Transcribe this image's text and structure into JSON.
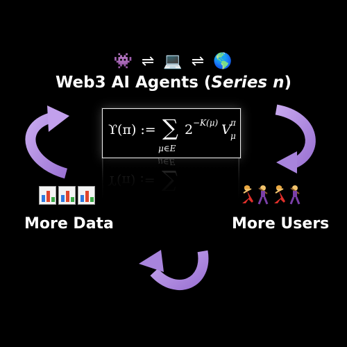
{
  "header": {
    "icons": [
      {
        "name": "alien-monster-icon",
        "glyph": "👾"
      },
      {
        "name": "exchange-arrows-icon",
        "glyph": "⇌"
      },
      {
        "name": "laptop-icon",
        "glyph": "💻"
      },
      {
        "name": "exchange-arrows-icon",
        "glyph": "⇌"
      },
      {
        "name": "globe-icon",
        "glyph": "🌎"
      }
    ],
    "title_main": "Web3 AI Agents (",
    "title_italic": "Series n",
    "title_end": ")"
  },
  "formula": {
    "lhs": "ϒ(π) :=",
    "sum_symbol": "∑",
    "sum_index": "μ∈E",
    "base": "2",
    "exponent": "−K(μ)",
    "value_var": "V",
    "value_sup": "π",
    "value_sub": "μ"
  },
  "labels": {
    "left": "More Data",
    "right": "More Users"
  },
  "icons": {
    "left_group": "bar-chart-icon",
    "right_group": "dancer-icon"
  },
  "colors": {
    "background": "#000000",
    "arrow": "#b48ee0",
    "text": "#ffffff"
  }
}
